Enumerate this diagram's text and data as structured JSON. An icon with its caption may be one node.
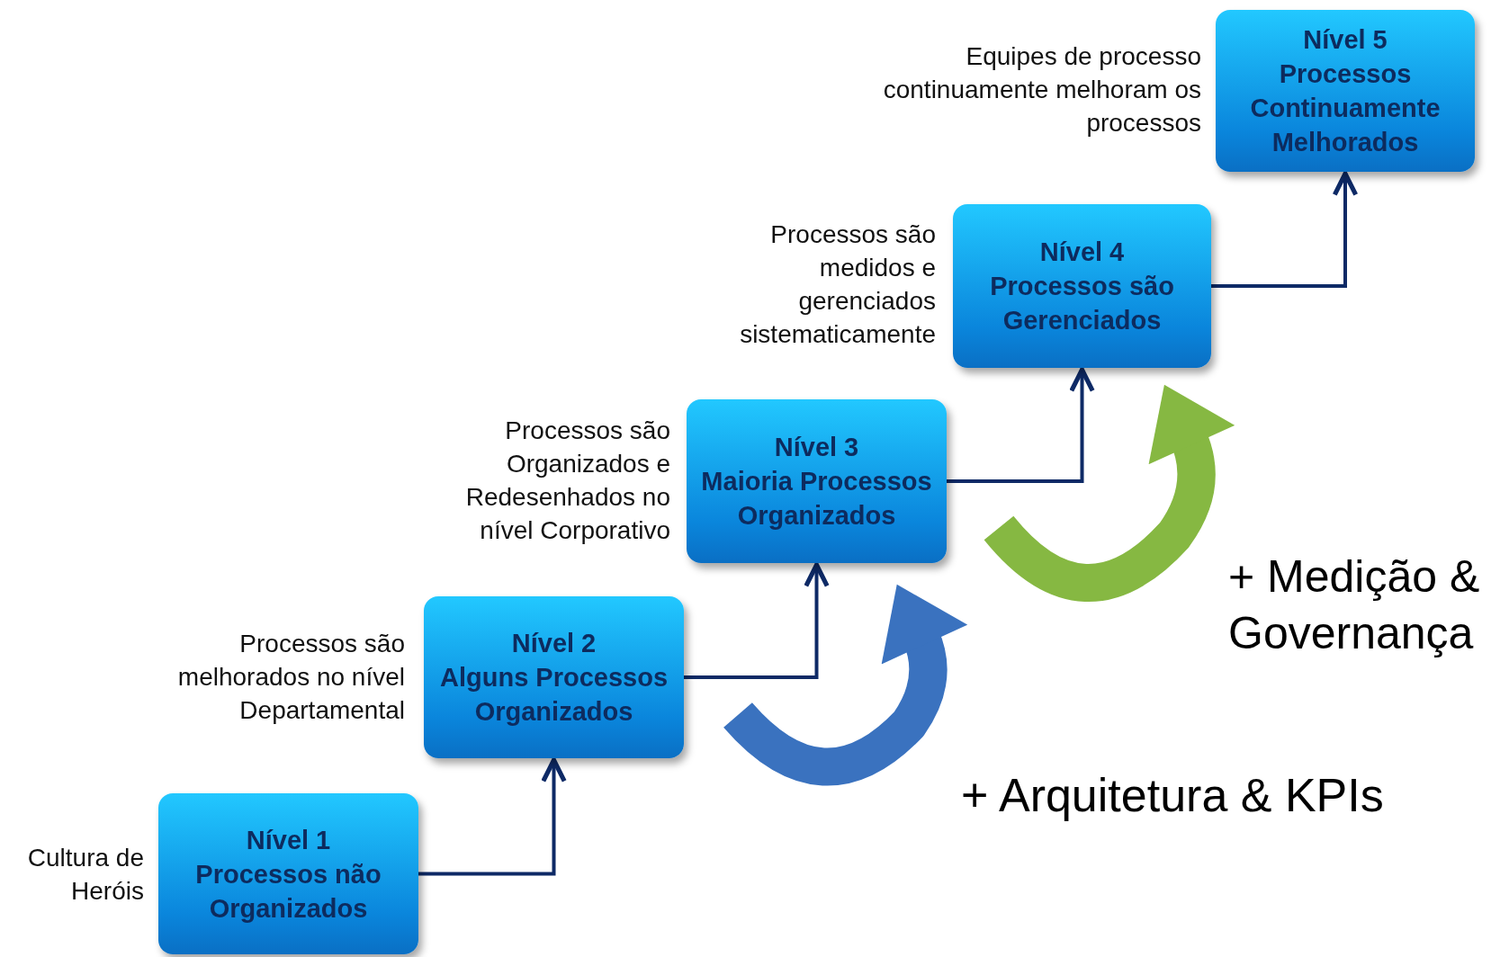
{
  "diagram": {
    "nodes": [
      {
        "text": [
          "Nível 1",
          "Processos não Organizados"
        ],
        "beside": [
          "Cultura de Heróis"
        ]
      },
      {
        "text": [
          "Nível 2",
          "Alguns Processos Organizados"
        ],
        "beside": [
          "Processos são melhorados no nível Departamental"
        ]
      },
      {
        "text": [
          "Nível 3",
          "Maioria Processos Organizados"
        ],
        "beside": [
          "Processos são Organizados e Redesenhados no nível Corporativo"
        ]
      },
      {
        "text": [
          "Nível 4",
          "Processos são Gerenciados"
        ],
        "beside": [
          "Processos são medidos e gerenciados sistematicamente"
        ]
      },
      {
        "text": [
          "Nível 5",
          "Processos Continuamente Melhorados"
        ],
        "beside": [
          "Equipes de processo continuamente melhoram os processos"
        ]
      }
    ],
    "edges": [
      {
        "from": 0,
        "to": 1,
        "arrow": "to"
      },
      {
        "from": 1,
        "to": 2,
        "arrow": "to"
      },
      {
        "from": 2,
        "to": 3,
        "arrow": "to"
      },
      {
        "from": 3,
        "to": 4,
        "arrow": "to"
      },
      {
        "from": 1,
        "to": 2,
        "arrow": "to",
        "style": "thick",
        "color": "#3a72bf"
      },
      {
        "from": 2,
        "to": 3,
        "arrow": "to",
        "style": "thick",
        "color": "#86b842"
      }
    ],
    "labels": [
      "+ Medição & Governança",
      "+ Arquitetura & KPIs"
    ]
  }
}
